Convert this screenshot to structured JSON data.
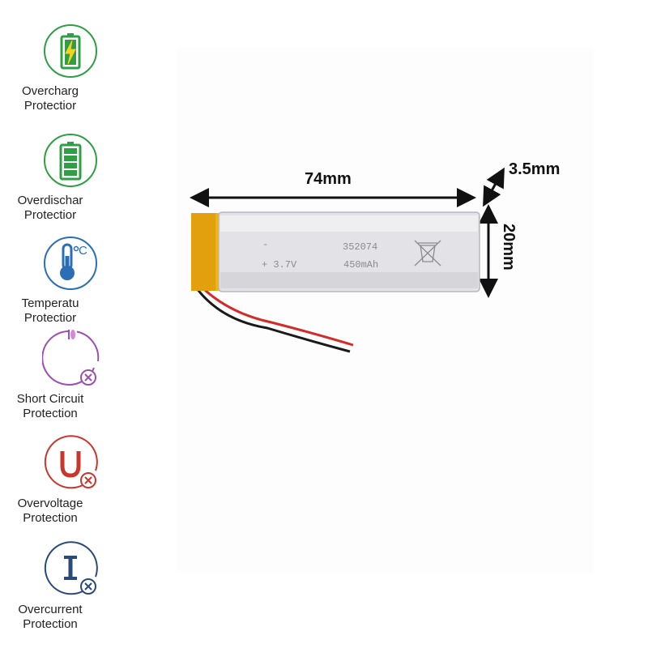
{
  "features": [
    {
      "line1": "Overcharg",
      "line2": "Protectior",
      "icon": "battery-bolt-icon"
    },
    {
      "line1": "Overdischar",
      "line2": "Protectior",
      "icon": "battery-full-icon"
    },
    {
      "line1": "Temperatu",
      "line2": "Protectior",
      "icon": "thermometer-icon"
    },
    {
      "line1": "Short Circuit",
      "line2": "Protection",
      "icon": "short-circuit-icon"
    },
    {
      "line1": "Overvoltage",
      "line2": "Protection",
      "icon": "voltage-u-icon"
    },
    {
      "line1": "Overcurrent",
      "line2": "Protection",
      "icon": "current-i-icon"
    }
  ],
  "dimensions": {
    "length": "74mm",
    "thickness": "3.5mm",
    "width": "20mm"
  },
  "battery": {
    "neg": "-",
    "model": "352074",
    "voltage": "+ 3.7V",
    "capacity": "450mAh"
  },
  "colors": {
    "green": "#2f9e44",
    "blue": "#2a6fb5",
    "purple": "#9b4fb0",
    "red": "#c8372d",
    "navy": "#2b4a7a"
  }
}
